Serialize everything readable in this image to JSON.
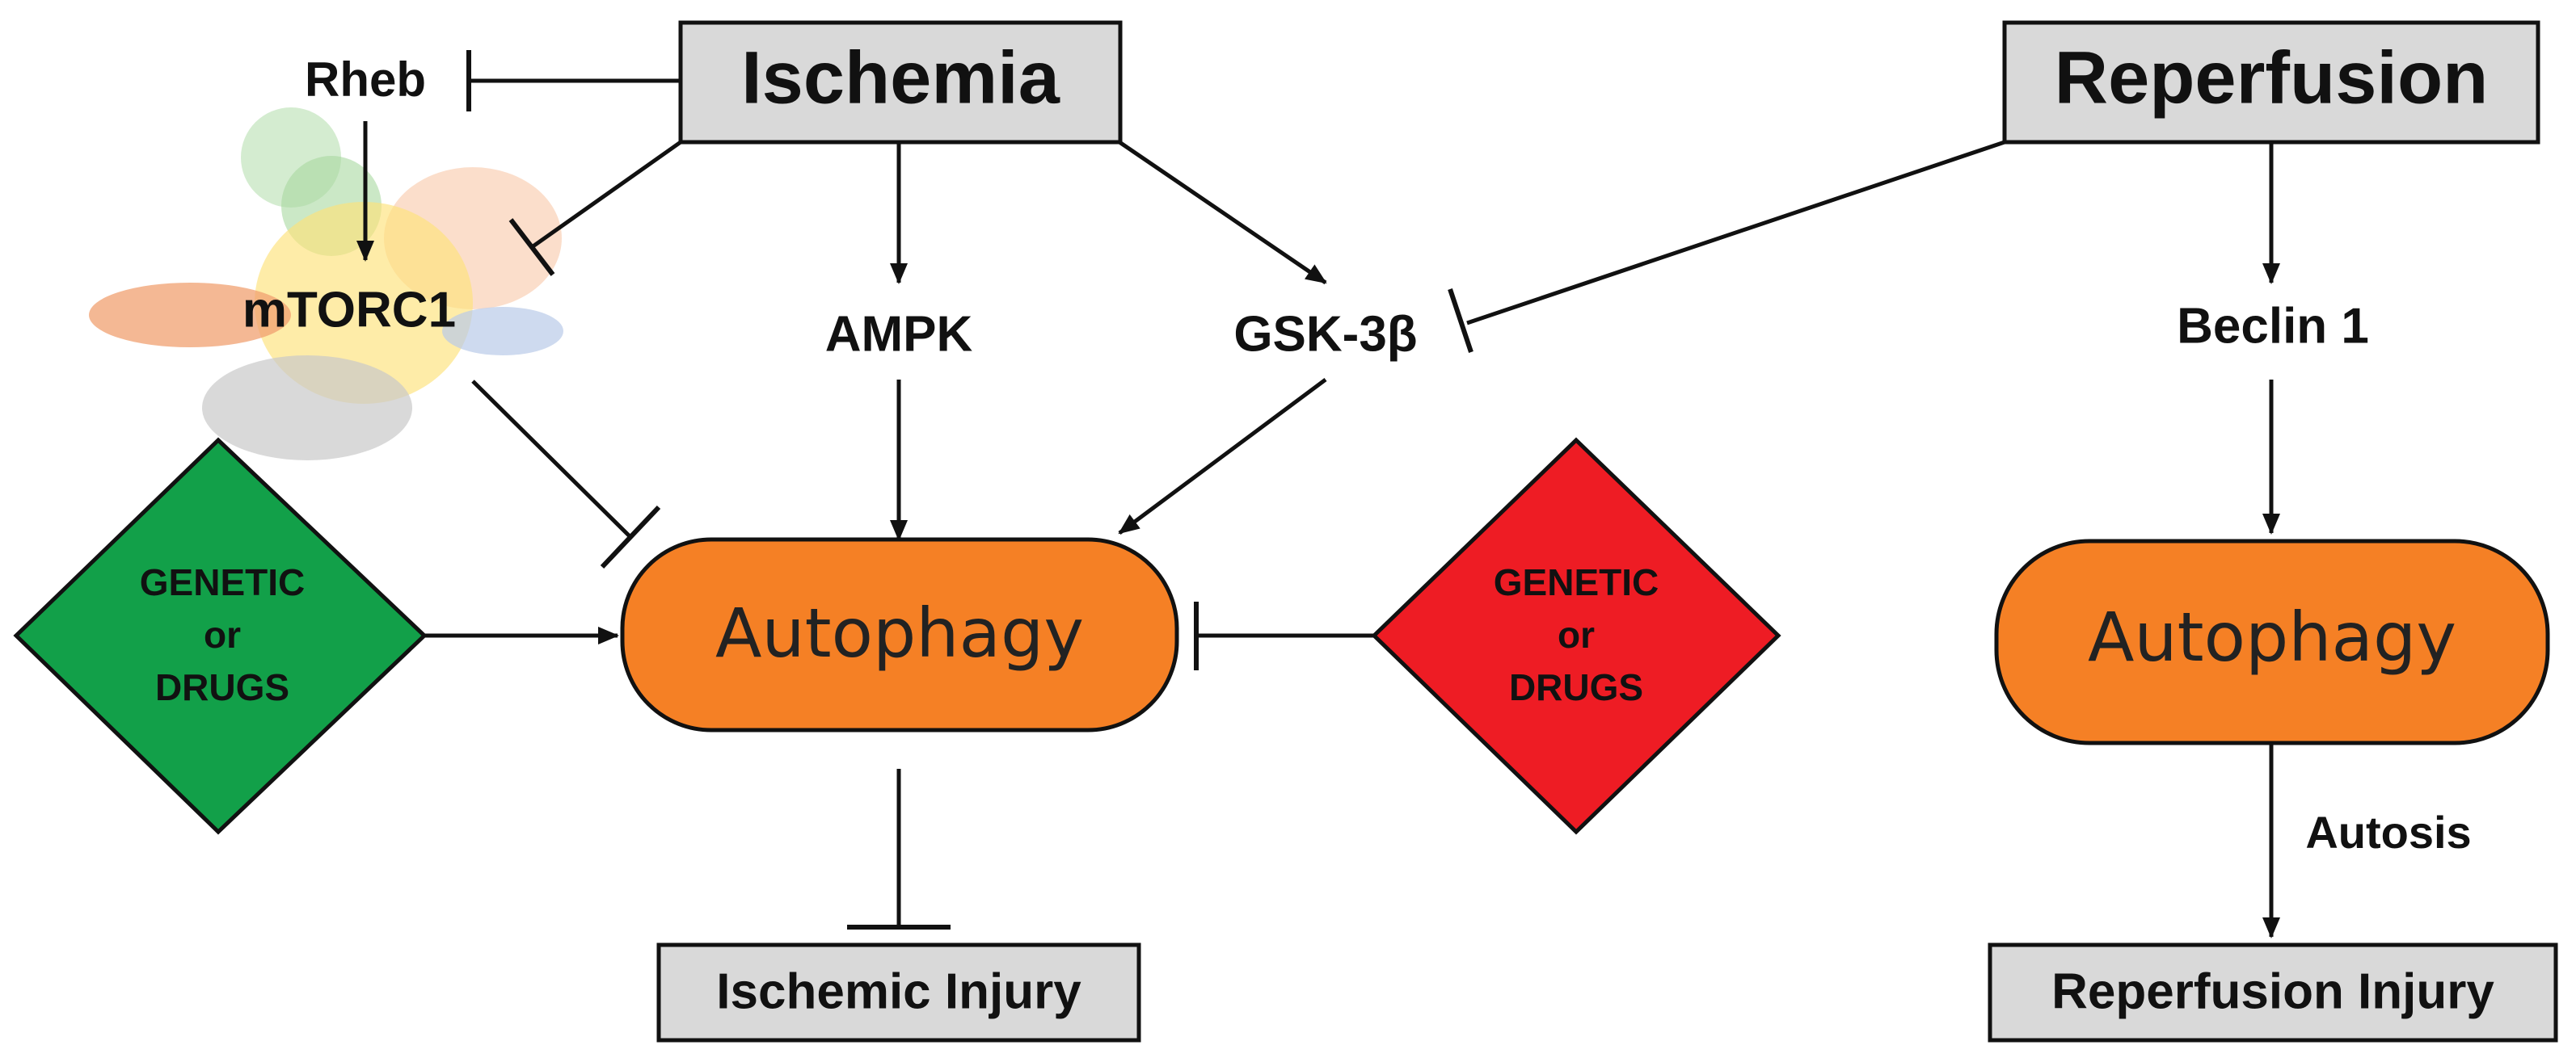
{
  "nodes": {
    "ischemia": "Ischemia",
    "reperfusion": "Reperfusion",
    "rheb": "Rheb",
    "mtorc1": "mTORC1",
    "ampk": "AMPK",
    "gsk3b": "GSK-3β",
    "beclin1": "Beclin 1",
    "autophagy_left": "Autophagy",
    "autophagy_right": "Autophagy",
    "ischemic_injury": "Ischemic Injury",
    "reperfusion_injury": "Reperfusion Injury",
    "autosis": "Autosis"
  },
  "diamonds": {
    "green": [
      "GENETIC",
      "or",
      "DRUGS"
    ],
    "red": [
      "GENETIC",
      "or",
      "DRUGS"
    ]
  },
  "colors": {
    "box_fill": "#d9d9d9",
    "autophagy_fill": "#f58025",
    "green_diamond": "#12a049",
    "red_diamond": "#ee1c24",
    "line": "#111111"
  }
}
